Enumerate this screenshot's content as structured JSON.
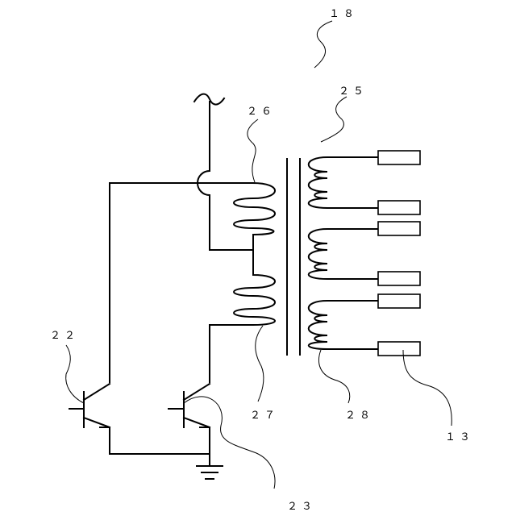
{
  "labels": {
    "l18": "１８",
    "l25": "２５",
    "l26": "２６",
    "l22": "２２",
    "l27": "２７",
    "l28": "２８",
    "l13": "１３",
    "l23": "２３"
  }
}
